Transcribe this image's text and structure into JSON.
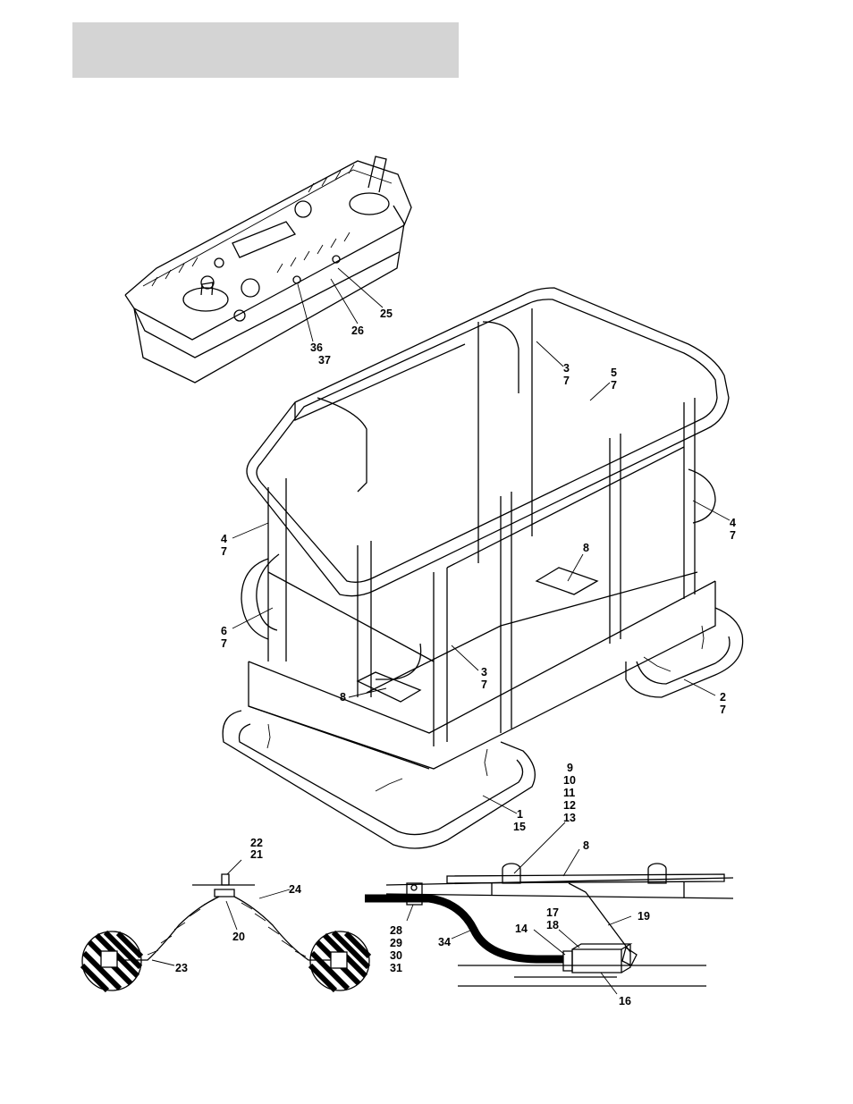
{
  "header": {
    "bar_color": "#d4d4d4"
  },
  "callouts": {
    "c25": "25",
    "c26": "26",
    "c36": "36",
    "c37": "37",
    "c3a": "3",
    "c7a": "7",
    "c5": "5",
    "c7b": "7",
    "c4a": "4",
    "c7c": "7",
    "c4b": "4",
    "c7d": "7",
    "c8a": "8",
    "c6": "6",
    "c7e": "7",
    "c3b": "3",
    "c7f": "7",
    "c8b": "8",
    "c2": "2",
    "c7g": "7",
    "c1": "1",
    "c15": "15",
    "c9": "9",
    "c10": "10",
    "c11": "11",
    "c12": "12",
    "c13": "13",
    "c8c": "8",
    "c22": "22",
    "c21": "21",
    "c24": "24",
    "c20": "20",
    "c23": "23",
    "c17": "17",
    "c18": "18",
    "c19": "19",
    "c14": "14",
    "c28": "28",
    "c29": "29",
    "c30": "30",
    "c31": "31",
    "c34": "34",
    "c16": "16"
  }
}
